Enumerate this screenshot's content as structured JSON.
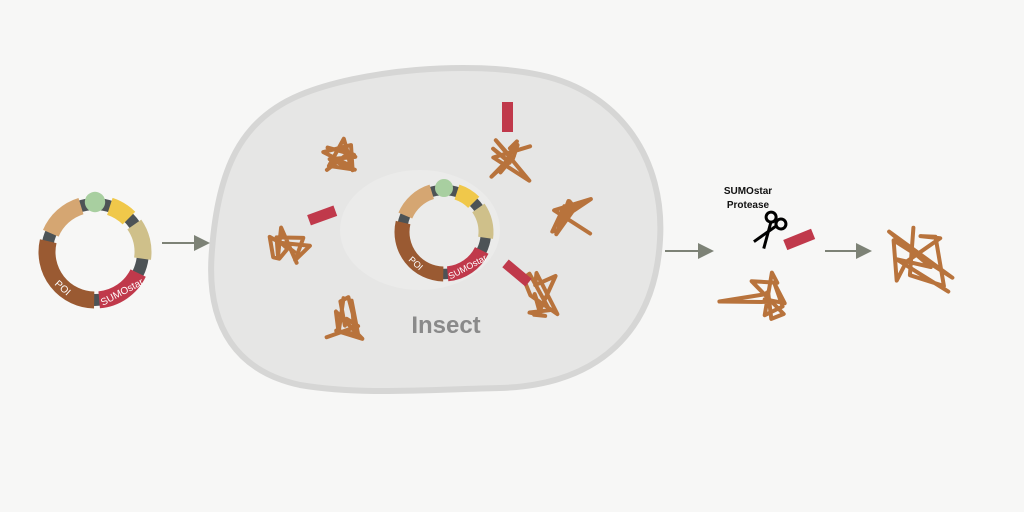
{
  "labels": {
    "poi": "POI",
    "sumostar": "SUMOstar",
    "host": "Insect",
    "protease_line1": "SUMOstar",
    "protease_line2": "Protease"
  },
  "colors": {
    "background": "#f7f7f6",
    "cell_fill": "#e6e6e5",
    "cell_stroke": "#d6d6d5",
    "protein": "#b8733c",
    "tag": "#c0394b",
    "poi_segment": "#9a5a32",
    "tan_segment": "#d5a672",
    "yellow_segment": "#f0c84a",
    "khaki_segment": "#cfc08a",
    "origin_circle": "#a8cfa0",
    "backbone": "#4d5356",
    "arrow": "#7d8276"
  }
}
